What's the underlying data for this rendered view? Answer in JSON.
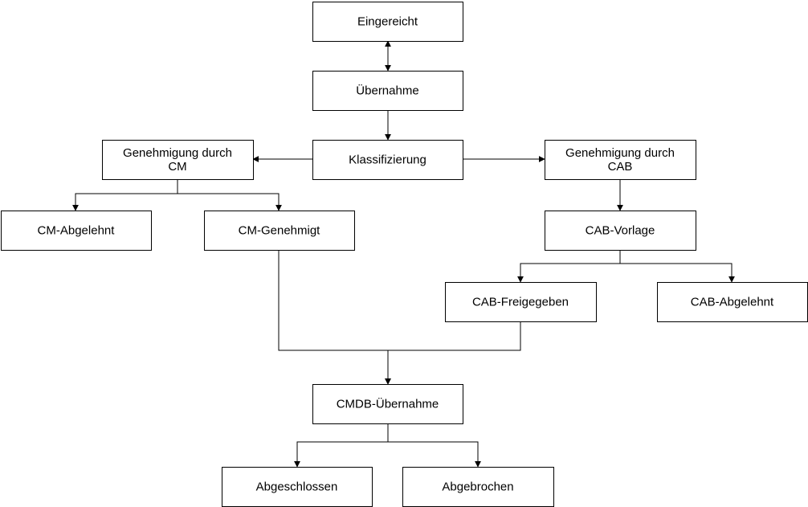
{
  "diagram": {
    "nodes": [
      {
        "id": "eingereicht",
        "label": "Eingereicht"
      },
      {
        "id": "uebernahme",
        "label": "Übernahme"
      },
      {
        "id": "klassifizierung",
        "label": "Klassifizierung"
      },
      {
        "id": "genehmigung-cm",
        "label": "Genehmigung durch CM"
      },
      {
        "id": "genehmigung-cab",
        "label": "Genehmigung durch CAB"
      },
      {
        "id": "cm-abgelehnt",
        "label": "CM-Abgelehnt"
      },
      {
        "id": "cm-genehmigt",
        "label": "CM-Genehmigt"
      },
      {
        "id": "cab-vorlage",
        "label": "CAB-Vorlage"
      },
      {
        "id": "cab-freigegeben",
        "label": "CAB-Freigegeben"
      },
      {
        "id": "cab-abgelehnt",
        "label": "CAB-Abgelehnt"
      },
      {
        "id": "cmdb-uebernahme",
        "label": "CMDB-Übernahme"
      },
      {
        "id": "abgeschlossen",
        "label": "Abgeschlossen"
      },
      {
        "id": "abgebrochen",
        "label": "Abgebrochen"
      }
    ],
    "edges": [
      {
        "from": "eingereicht",
        "to": "uebernahme",
        "bidirectional": true
      },
      {
        "from": "uebernahme",
        "to": "klassifizierung"
      },
      {
        "from": "klassifizierung",
        "to": "genehmigung-cm"
      },
      {
        "from": "klassifizierung",
        "to": "genehmigung-cab"
      },
      {
        "from": "genehmigung-cm",
        "to": "cm-abgelehnt"
      },
      {
        "from": "genehmigung-cm",
        "to": "cm-genehmigt"
      },
      {
        "from": "genehmigung-cab",
        "to": "cab-vorlage"
      },
      {
        "from": "cab-vorlage",
        "to": "cab-freigegeben"
      },
      {
        "from": "cab-vorlage",
        "to": "cab-abgelehnt"
      },
      {
        "from": "cm-genehmigt",
        "to": "cmdb-uebernahme"
      },
      {
        "from": "cab-freigegeben",
        "to": "cmdb-uebernahme"
      },
      {
        "from": "cmdb-uebernahme",
        "to": "abgeschlossen"
      },
      {
        "from": "cmdb-uebernahme",
        "to": "abgebrochen"
      }
    ]
  }
}
